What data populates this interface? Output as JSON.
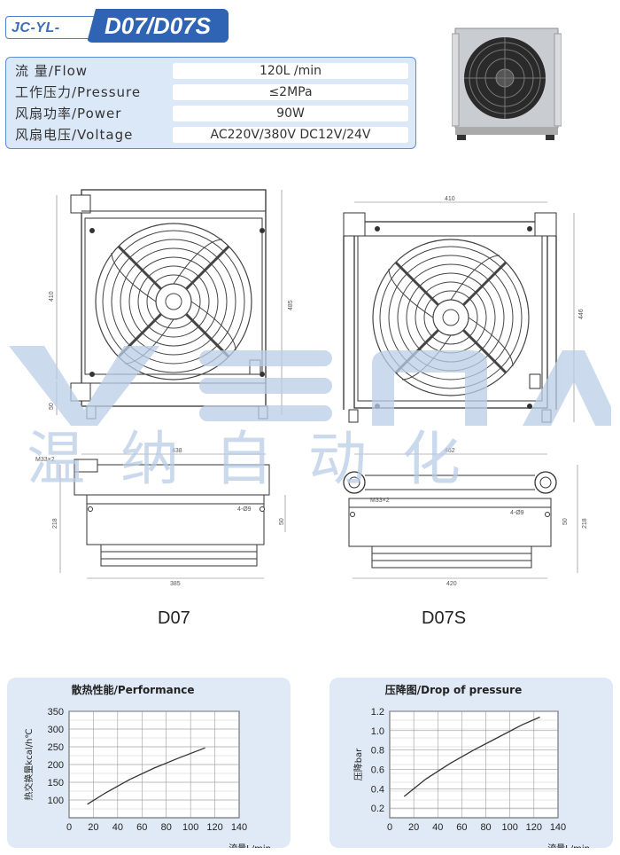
{
  "header": {
    "prefix": "JC-YL-",
    "model": "D07/D07S"
  },
  "specs": [
    {
      "label": "流 量/Flow",
      "value": "120L /min"
    },
    {
      "label": "工作压力/Pressure",
      "value": "≤2MPa"
    },
    {
      "label": "风扇功率/Power",
      "value": "90W"
    },
    {
      "label": "风扇电压/Voltage",
      "value": "AC220V/380V DC12V/24V"
    }
  ],
  "drawings": {
    "d07_label": "D07",
    "d07s_label": "D07S",
    "dims": {
      "d07_height": "410",
      "d07_total_height": "485",
      "d07_bottom": "50",
      "d07_top_width": "438",
      "d07_side_height": "218",
      "d07_width": "385",
      "d07_port": "M33×2",
      "d07_holes": "4-Ø9",
      "d07_side_50": "50",
      "d07s_width": "410",
      "d07s_height": "446",
      "d07s_top_width": "462",
      "d07s_side_height": "218",
      "d07s_bottom_width": "420",
      "d07s_port": "M33×2",
      "d07s_holes": "4-Ø9",
      "d07s_side_50": "50"
    }
  },
  "watermark": {
    "latin": "VEMA",
    "chinese": "温纳自动化"
  },
  "colors": {
    "accent": "#2f63b3",
    "panel": "#e0eaf6",
    "table_bg": "#dbe8f8",
    "curve": "#333333"
  },
  "chart_data": [
    {
      "type": "line",
      "title": "散热性能/Performance",
      "xlabel": "流量L/min",
      "ylabel": "热交换量kcal/h℃",
      "xlim": [
        0,
        140
      ],
      "ylim": [
        50,
        350
      ],
      "xticks": [
        0,
        20,
        40,
        60,
        80,
        100,
        120,
        140
      ],
      "yticks": [
        100,
        150,
        200,
        250,
        300,
        350
      ],
      "grid": true,
      "series": [
        {
          "x": [
            15,
            30,
            50,
            70,
            90,
            112
          ],
          "y": [
            88,
            120,
            158,
            190,
            218,
            247
          ]
        }
      ]
    },
    {
      "type": "line",
      "title": "压降图/Drop of pressure",
      "xlabel": "流量L/min",
      "ylabel": "压降bar",
      "xlim": [
        0,
        140
      ],
      "ylim": [
        0.1,
        1.2
      ],
      "xticks": [
        0,
        20,
        40,
        60,
        80,
        100,
        120,
        140
      ],
      "yticks": [
        0.2,
        0.4,
        0.6,
        0.8,
        1.0,
        1.2
      ],
      "ytick_labels": [
        "0.2",
        "0.4",
        "0.6",
        "0.8",
        "1.0",
        "1.2"
      ],
      "grid": true,
      "series": [
        {
          "x": [
            12,
            30,
            50,
            70,
            90,
            110,
            125
          ],
          "y": [
            0.32,
            0.5,
            0.66,
            0.8,
            0.93,
            1.06,
            1.14
          ]
        }
      ]
    }
  ]
}
